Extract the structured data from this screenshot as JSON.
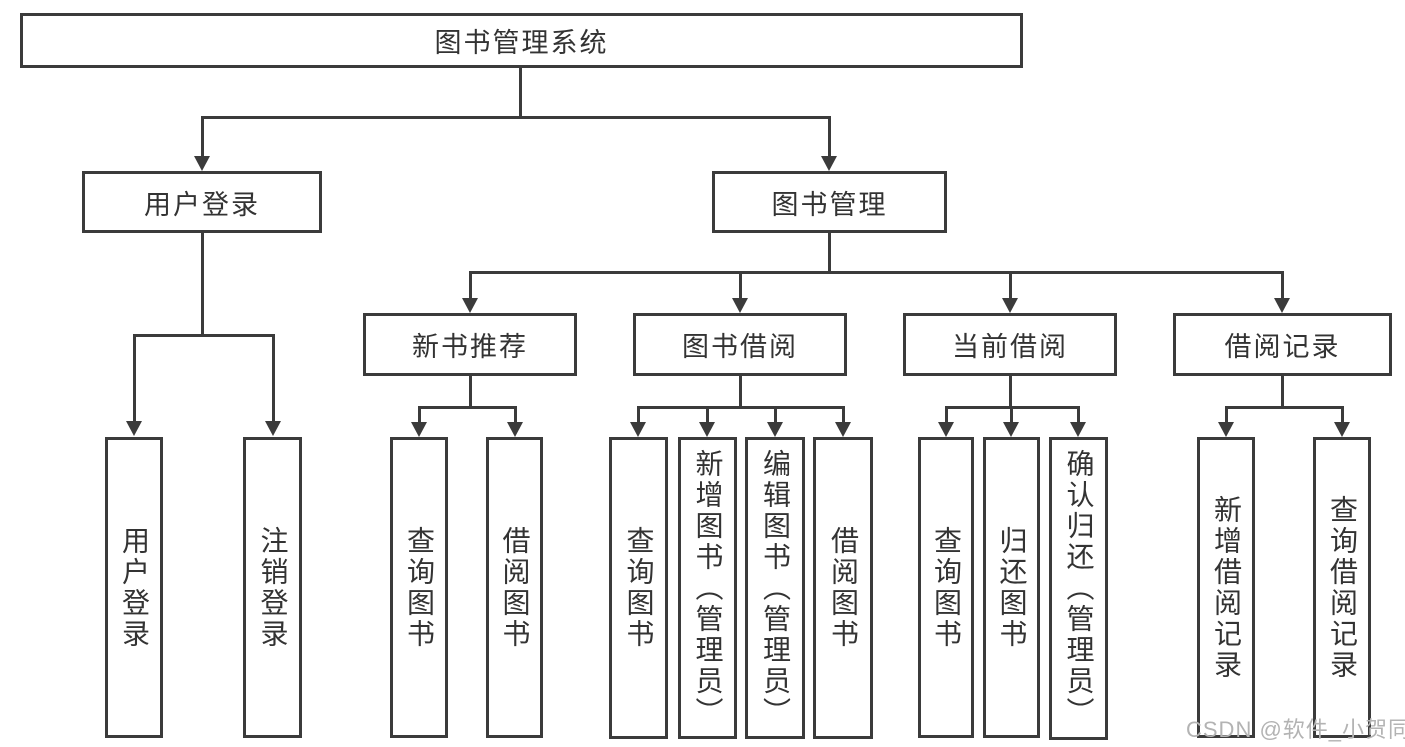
{
  "diagram_title": "图书管理系统",
  "tree": {
    "label": "图书管理系统",
    "children": [
      {
        "label": "用户登录",
        "children": [
          {
            "label": "用户登录"
          },
          {
            "label": "注销登录"
          }
        ]
      },
      {
        "label": "图书管理",
        "children": [
          {
            "label": "新书推荐",
            "children": [
              {
                "label": "查询图书"
              },
              {
                "label": "借阅图书"
              }
            ]
          },
          {
            "label": "图书借阅",
            "children": [
              {
                "label": "查询图书"
              },
              {
                "label": "新增图书（管理员）"
              },
              {
                "label": "编辑图书（管理员）"
              },
              {
                "label": "借阅图书"
              }
            ]
          },
          {
            "label": "当前借阅",
            "children": [
              {
                "label": "查询图书"
              },
              {
                "label": "归还图书"
              },
              {
                "label": "确认归还（管理员）"
              }
            ]
          },
          {
            "label": "借阅记录",
            "children": [
              {
                "label": "新增借阅记录"
              },
              {
                "label": "查询借阅记录"
              }
            ]
          }
        ]
      }
    ]
  },
  "watermark": "CSDN @软件_小贺同学",
  "colors": {
    "line": "#3b3b3b",
    "text": "#333333",
    "watermark": "#b3b3b3",
    "background": "#ffffff"
  }
}
